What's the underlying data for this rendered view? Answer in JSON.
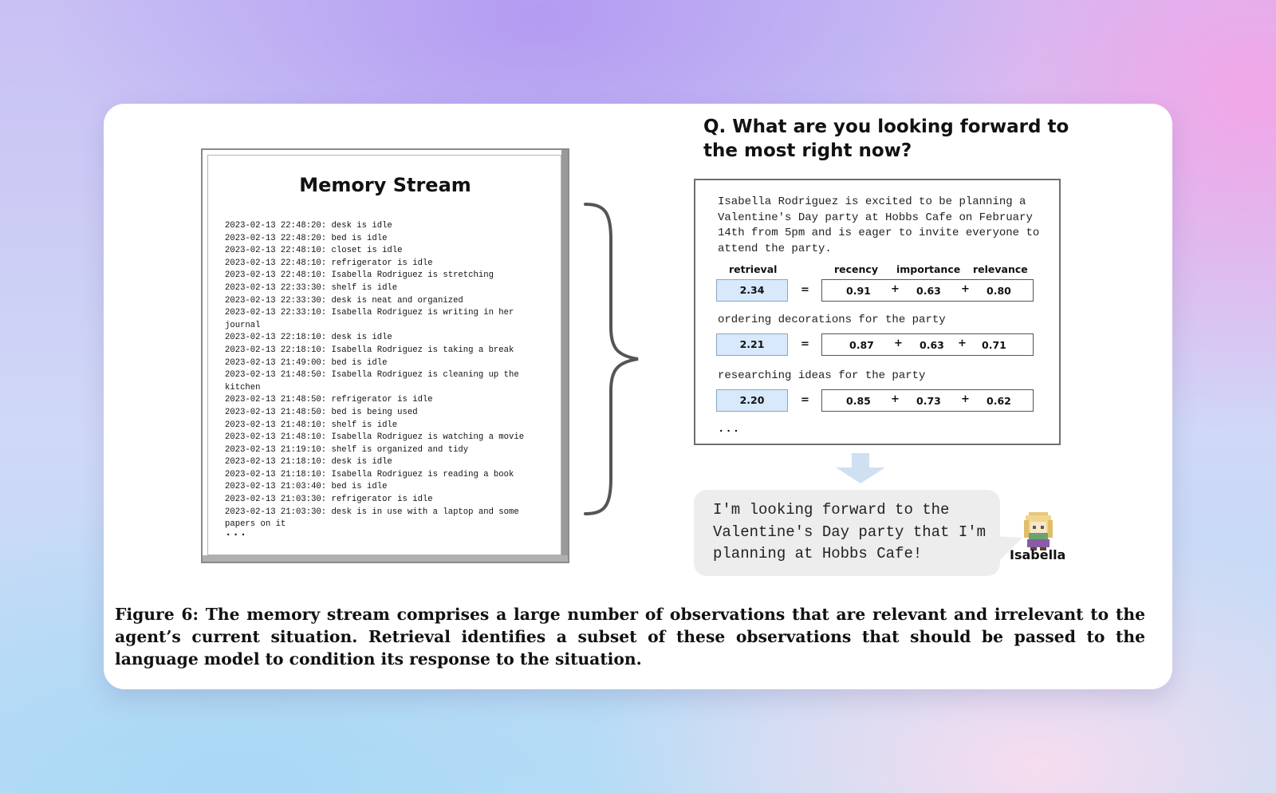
{
  "memory_stream": {
    "title": "Memory Stream",
    "entries": [
      "2023-02-13 22:48:20: desk is idle",
      "2023-02-13 22:48:20: bed is idle",
      "2023-02-13 22:48:10: closet is idle",
      "2023-02-13 22:48:10: refrigerator is idle",
      "2023-02-13 22:48:10: Isabella Rodriguez is stretching",
      "2023-02-13 22:33:30: shelf is idle",
      "2023-02-13 22:33:30: desk is neat and organized",
      "2023-02-13 22:33:10: Isabella Rodriguez is writing in her journal",
      "2023-02-13 22:18:10: desk is idle",
      "2023-02-13 22:18:10: Isabella Rodriguez is taking a break",
      "2023-02-13 21:49:00: bed is idle",
      "2023-02-13 21:48:50: Isabella Rodriguez is cleaning up the kitchen",
      "2023-02-13 21:48:50: refrigerator is idle",
      "2023-02-13 21:48:50: bed is being used",
      "2023-02-13 21:48:10: shelf is idle",
      "2023-02-13 21:48:10: Isabella Rodriguez is watching a movie",
      "2023-02-13 21:19:10: shelf is organized and tidy",
      "2023-02-13 21:18:10: desk is idle",
      "2023-02-13 21:18:10: Isabella Rodriguez is reading a book",
      "2023-02-13 21:03:40: bed is idle",
      "2023-02-13 21:03:30: refrigerator is idle",
      "2023-02-13 21:03:30: desk is in use with a laptop and some papers on it"
    ],
    "ellipsis": "..."
  },
  "question": "Q. What are you looking forward to the most right now?",
  "retrieval": {
    "headers": {
      "retrieval": "retrieval",
      "recency": "recency",
      "importance": "importance",
      "relevance": "relevance"
    },
    "equals": "=",
    "plus": "+",
    "items": [
      {
        "text": "Isabella Rodriguez is excited to be planning a Valentine's Day party at Hobbs Cafe on February 14th from 5pm and is eager to invite everyone to attend the party.",
        "score": "2.34",
        "recency": "0.91",
        "importance": "0.63",
        "relevance": "0.80"
      },
      {
        "text": "ordering decorations for the party",
        "score": "2.21",
        "recency": "0.87",
        "importance": "0.63",
        "relevance": "0.71"
      },
      {
        "text": "researching ideas for the party",
        "score": "2.20",
        "recency": "0.85",
        "importance": "0.73",
        "relevance": "0.62"
      }
    ],
    "ellipsis": "..."
  },
  "response": {
    "text": "I'm looking forward to the Valentine's Day party that I'm planning at Hobbs Cafe!",
    "agent": "Isabella"
  },
  "caption": "Figure 6: The memory stream comprises a large number of observations that are relevant and irrelevant to the agent’s current situation. Retrieval identifies a subset of these observations that should be passed to the language model to condition its response to the situation.",
  "colors": {
    "score_fill": "#d7e9fb",
    "arrow": "#cfe0f2",
    "bubble": "#ededed"
  }
}
